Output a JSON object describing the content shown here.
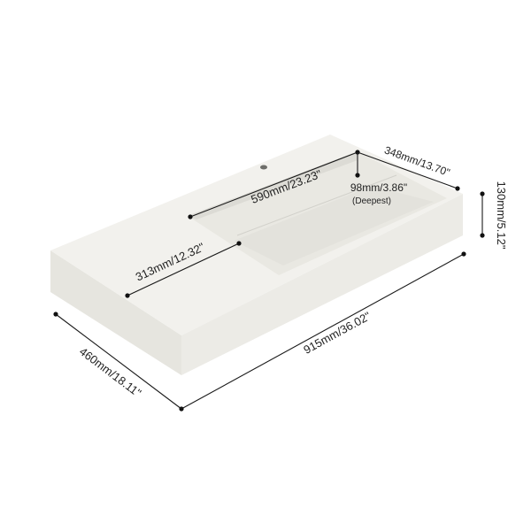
{
  "product": {
    "body_color": "#ecebe6",
    "shade_color": "#dddcd6",
    "top_color": "#f2f1ed",
    "dimension_color": "#1a1a1a"
  },
  "dimensions": {
    "overall_length": "915mm/36.02\"",
    "overall_width": "460mm/18.11\"",
    "height": "130mm/5.12\"",
    "basin_length": "590mm/23.23\"",
    "basin_width": "348mm/13.70\"",
    "depth_value": "98mm/3.86\"",
    "depth_note": "(Deepest)",
    "shelf_width": "313mm/12.32\""
  }
}
